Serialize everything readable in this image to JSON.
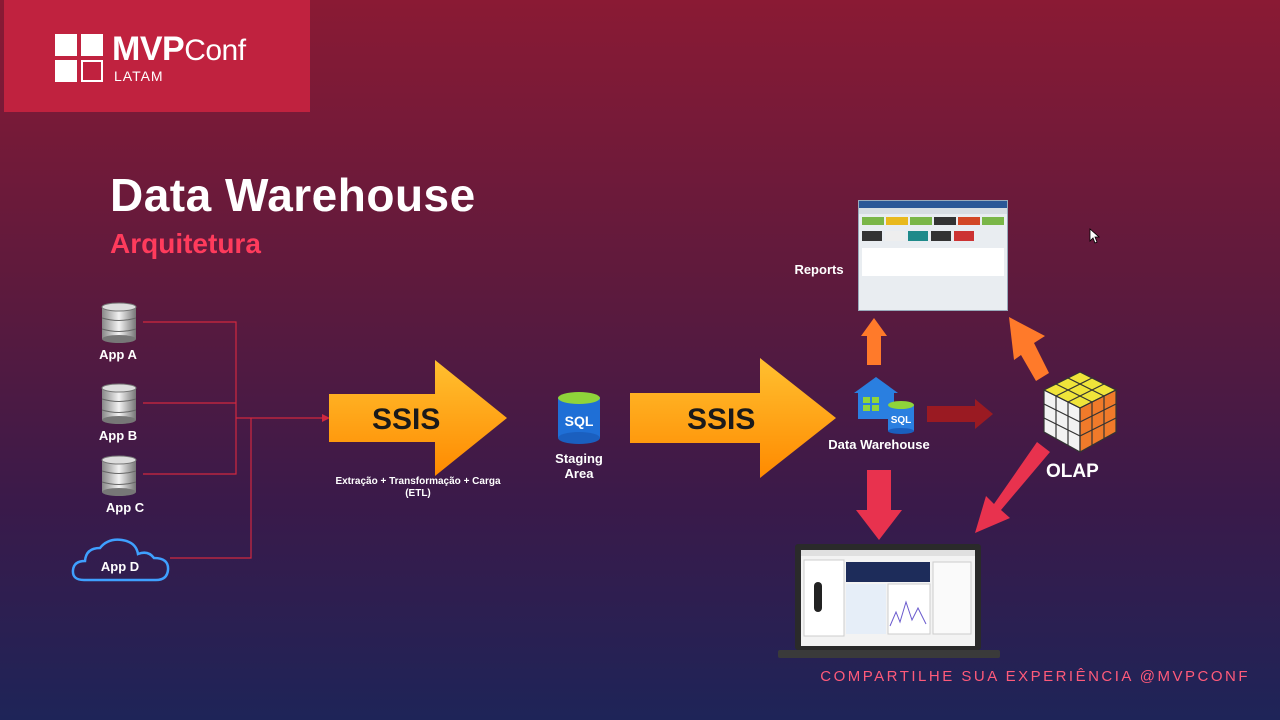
{
  "logo": {
    "main_bold": "MVP",
    "main_light": "Conf",
    "sub": "LATAM"
  },
  "header": {
    "title": "Data Warehouse",
    "subtitle": "Arquitetura"
  },
  "sources": [
    {
      "label": "App A",
      "icon": "database-icon"
    },
    {
      "label": "App B",
      "icon": "database-icon"
    },
    {
      "label": "App C",
      "icon": "database-icon"
    },
    {
      "label": "App D",
      "icon": "cloud-icon"
    }
  ],
  "etl": {
    "arrow1_label": "SSIS",
    "arrow1_caption": "Extração + Transformação + Carga\n(ETL)",
    "arrow2_label": "SSIS"
  },
  "staging": {
    "icon_text": "SQL",
    "label": "Staging\nArea"
  },
  "warehouse": {
    "icon_text": "SQL",
    "label": "Data Warehouse"
  },
  "reports": {
    "label": "Reports"
  },
  "olap": {
    "label": "OLAP"
  },
  "footer": {
    "text": "COMPARTILHE SUA EXPERIÊNCIA @MVPCONF"
  },
  "colors": {
    "accent": "#c0223f",
    "ssis_orange": "#ffa010",
    "arrow_red": "#e8324e",
    "arrow_orange": "#ff7a2a",
    "dark_red": "#9a1a22"
  }
}
